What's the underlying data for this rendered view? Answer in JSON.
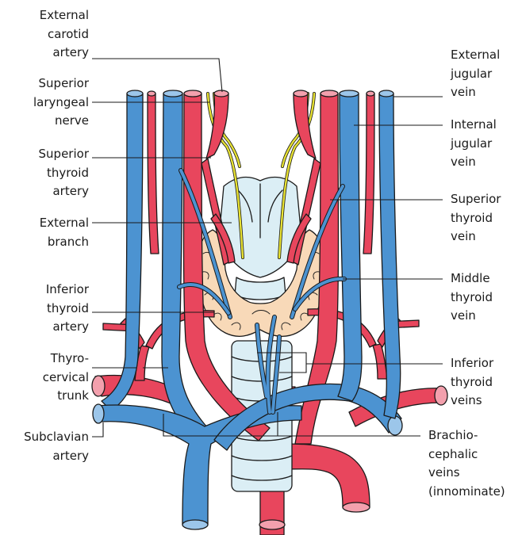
{
  "colors": {
    "artery": "#e8465d",
    "vein": "#4c93d1",
    "nerve": "#e8e233",
    "thyroid": "#f8d9b8",
    "cartilage": "#dbeef5",
    "outline": "#1a1a1a"
  },
  "labels": {
    "external_carotid_artery": [
      "External",
      "carotid",
      "artery"
    ],
    "superior_laryngeal_nerve": [
      "Superior",
      "laryngeal",
      "nerve"
    ],
    "superior_thyroid_artery": [
      "Superior",
      "thyroid",
      "artery"
    ],
    "external_branch": [
      "External",
      "branch"
    ],
    "inferior_thyroid_artery": [
      "Inferior",
      "thyroid",
      "artery"
    ],
    "thyrocervical_trunk": [
      "Thyro-",
      "cervical",
      "trunk"
    ],
    "subclavian_artery": [
      "Subclavian",
      "artery"
    ],
    "external_jugular_vein": [
      "External",
      "jugular",
      "vein"
    ],
    "internal_jugular_vein": [
      "Internal",
      "jugular",
      "vein"
    ],
    "superior_thyroid_vein": [
      "Superior",
      "thyroid",
      "vein"
    ],
    "middle_thyroid_vein": [
      "Middle",
      "thyroid",
      "vein"
    ],
    "inferior_thyroid_veins": [
      "Inferior",
      "thyroid",
      "veins"
    ],
    "brachiocephalic_veins": [
      "Brachio-",
      "cephalic",
      "veins",
      "(innominate)"
    ]
  }
}
